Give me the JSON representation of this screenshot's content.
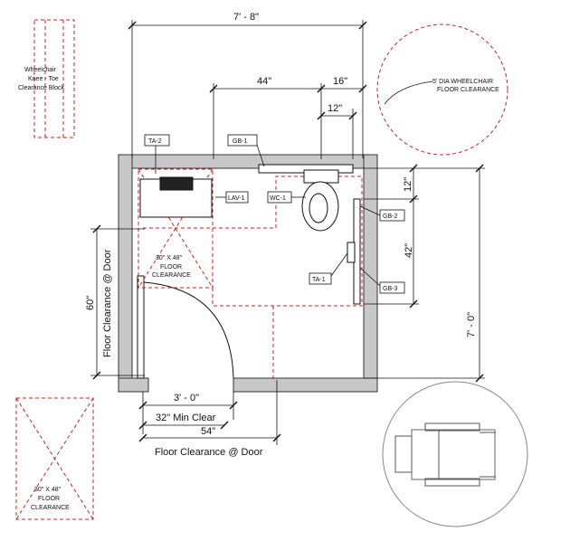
{
  "dimensions": {
    "overall_width": "7' - 8\"",
    "d44": "44\"",
    "d16": "16\"",
    "d12_top": "12\"",
    "overall_depth": "7' - 0\"",
    "d12_right": "12\"",
    "d42": "42\"",
    "d60": "60\"",
    "door_width": "3' - 0\"",
    "min_clear": "32\" Min Clear",
    "d54": "54\""
  },
  "labels": {
    "floor_clearance_door_vertical": "Floor Clearance @ Door",
    "floor_clearance_door_bottom": "Floor Clearance @ Door",
    "knee_toe_line1": "Wheelchair",
    "knee_toe_line2": "Knee - Toe",
    "knee_toe_line3": "Clearance Block",
    "turning_line1": "5' DIA WHEELCHAIR",
    "turning_line2": "FLOOR CLEARANCE",
    "sink_clear_line1": "30\" X 48\"",
    "sink_clear_line2": "FLOOR",
    "sink_clear_line3": "CLEARANCE",
    "legend_clear_line1": "30\" X 48\"",
    "legend_clear_line2": "FLOOR",
    "legend_clear_line3": "CLEARANCE"
  },
  "tags": {
    "ta2": "TA-2",
    "gb1": "GB-1",
    "lav1": "LAV-1",
    "wc1": "WC-1",
    "gb2": "GB-2",
    "ta1": "TA-1",
    "gb3": "GB-3"
  },
  "colors": {
    "wall": "#c8c8c8",
    "line": "#111111",
    "clearance": "#cc2222"
  }
}
